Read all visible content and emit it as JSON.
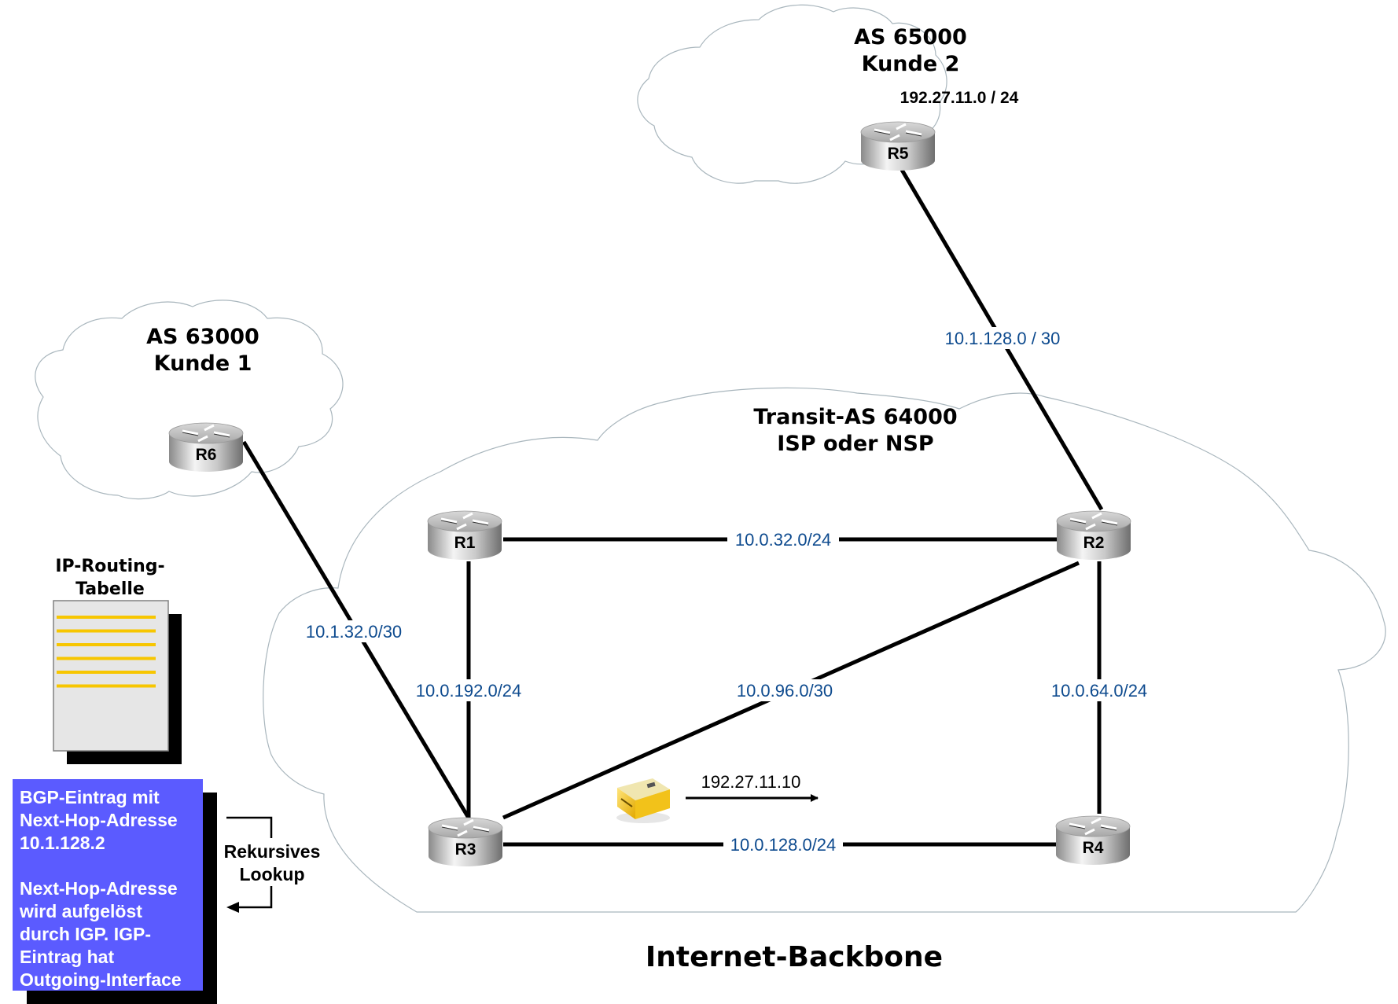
{
  "diagram": {
    "title": "Internet-Backbone",
    "colors": {
      "link_label": "#0d4a8e",
      "bgp_box": "#5b5bff",
      "routing_table_lines": "#f7c600",
      "routing_table_page": "#e6e6e6",
      "cloud_outline": "#a9b6bd"
    },
    "clouds": [
      {
        "id": "as65000",
        "title_line1": "AS 65000",
        "title_line2": "Kunde 2",
        "prefix": "192.27.11.0 / 24"
      },
      {
        "id": "as63000",
        "title_line1": "AS 63000",
        "title_line2": "Kunde 1"
      },
      {
        "id": "transit",
        "title_line1": "Transit-AS 64000",
        "title_line2": "ISP oder NSP"
      }
    ],
    "routers": [
      {
        "id": "R1",
        "label": "R1"
      },
      {
        "id": "R2",
        "label": "R2"
      },
      {
        "id": "R3",
        "label": "R3"
      },
      {
        "id": "R4",
        "label": "R4"
      },
      {
        "id": "R5",
        "label": "R5"
      },
      {
        "id": "R6",
        "label": "R6"
      }
    ],
    "links": [
      {
        "from": "R1",
        "to": "R2",
        "label": "10.0.32.0/24"
      },
      {
        "from": "R1",
        "to": "R3",
        "label": "10.0.192.0/24"
      },
      {
        "from": "R2",
        "to": "R3",
        "label": "10.0.96.0/30"
      },
      {
        "from": "R2",
        "to": "R4",
        "label": "10.0.64.0/24"
      },
      {
        "from": "R3",
        "to": "R4",
        "label": "10.0.128.0/24"
      },
      {
        "from": "R5",
        "to": "R2",
        "label": "10.1.128.0 / 30"
      },
      {
        "from": "R6",
        "to": "R3",
        "label": "10.1.32.0/30"
      }
    ],
    "packet": {
      "icon": "packet-envelope-icon",
      "destination": "192.27.11.10",
      "direction": "right"
    },
    "routing_table": {
      "label_line1": "IP-Routing-",
      "label_line2": "Tabelle",
      "icon": "document-list-icon",
      "line_count": 6
    },
    "bgp_box": {
      "lines": [
        "BGP-Eintrag mit",
        "Next-Hop-Adresse",
        "10.1.128.2",
        "",
        "Next-Hop-Adresse",
        "wird aufgelöst",
        "durch IGP. IGP-",
        "Eintrag hat",
        "Outgoing-Interface"
      ]
    },
    "recursive_lookup": {
      "line1": "Rekursives",
      "line2": "Lookup"
    }
  }
}
